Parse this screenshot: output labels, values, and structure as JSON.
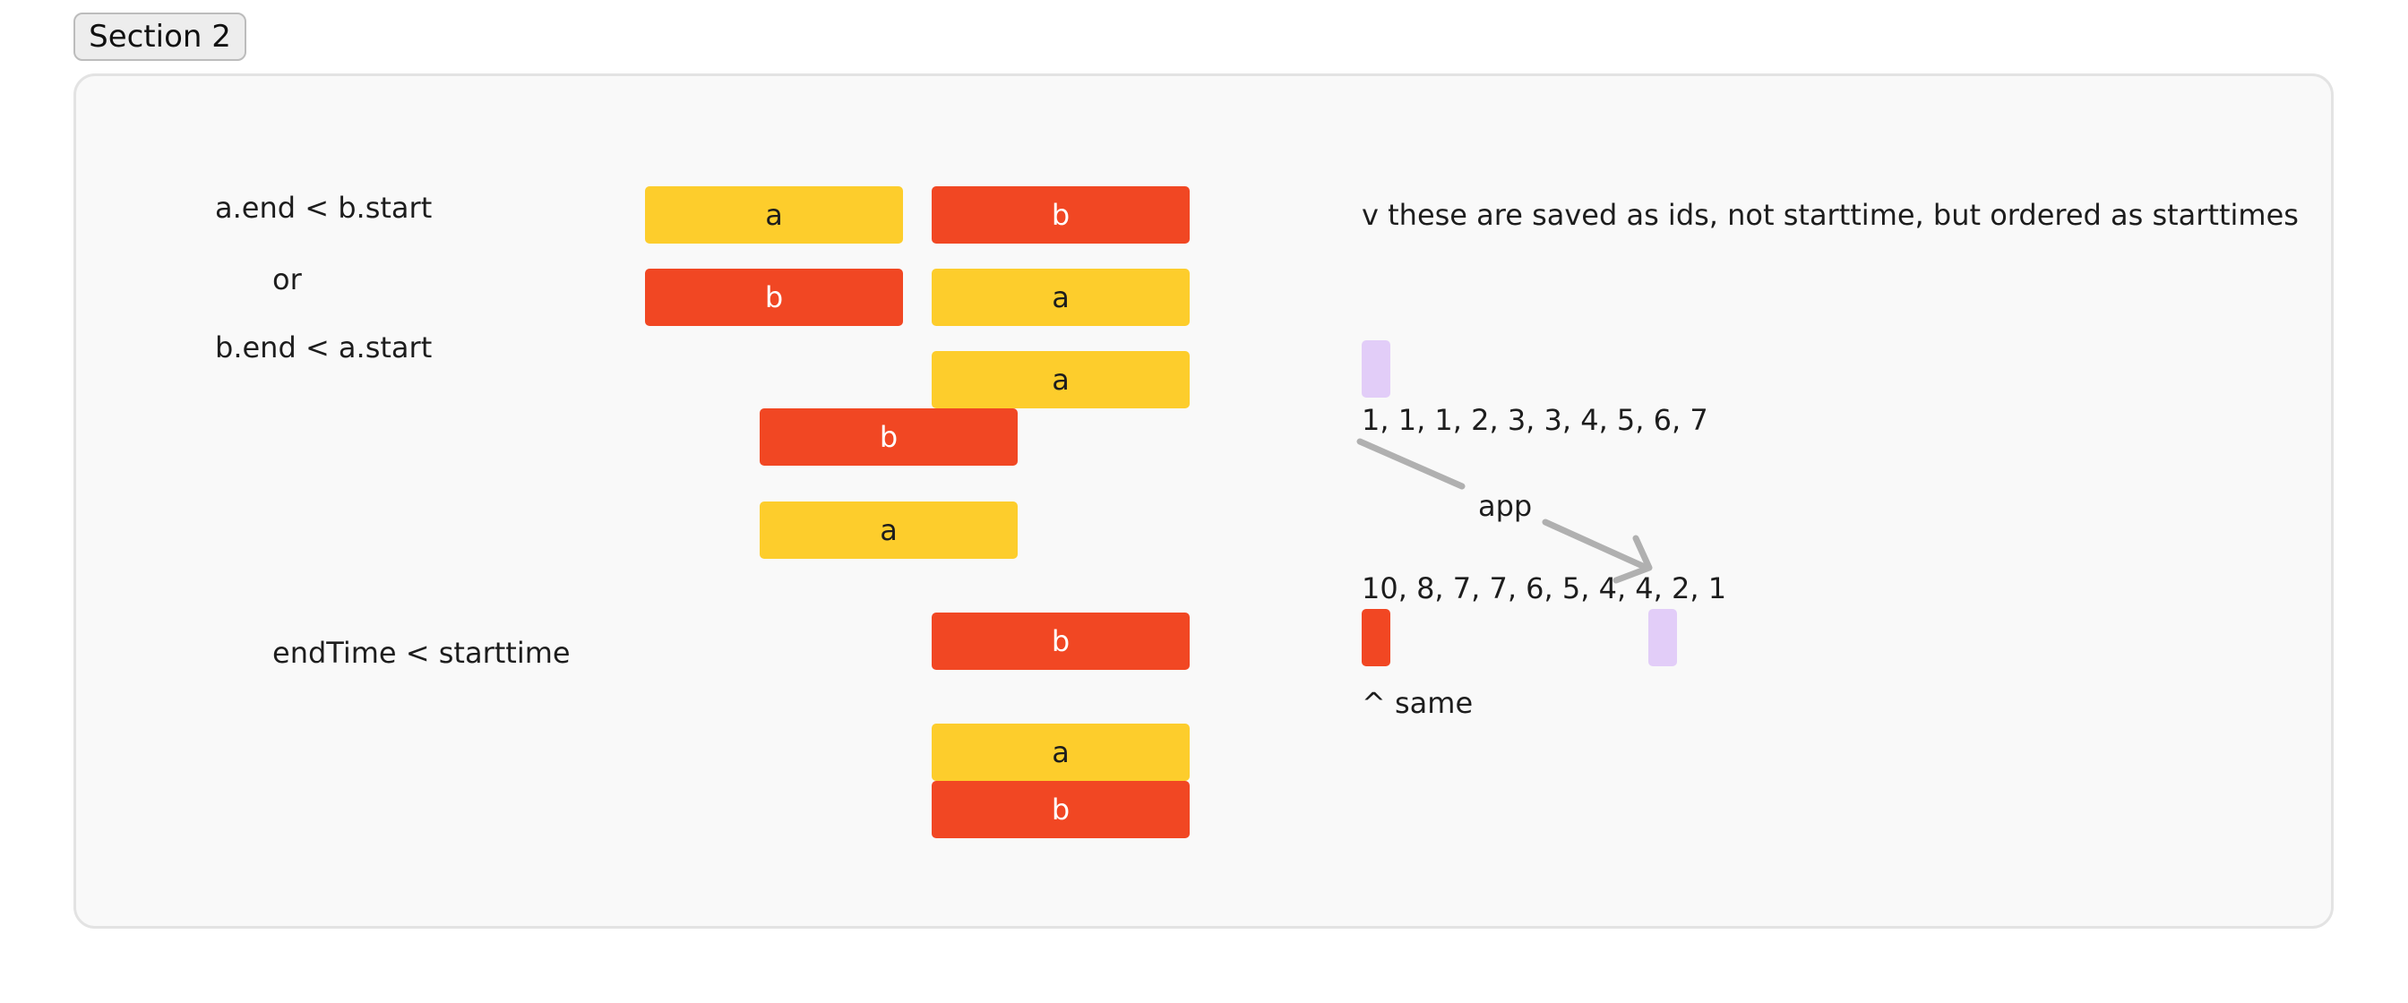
{
  "section": {
    "label": "Section 2"
  },
  "conditions": {
    "line1": "a.end < b.start",
    "or": "or",
    "line2": "b.end < a.start",
    "endtime": "endTime < starttime"
  },
  "blocks": {
    "b1_a": "a",
    "b1_b": "b",
    "b2_b": "b",
    "b2_a": "a",
    "b3_a": "a",
    "b3_b": "b",
    "b4_a": "a",
    "b5_b": "b",
    "b6_a": "a",
    "b6_b": "b"
  },
  "notes": {
    "header": "v these are saved as ids, not starttime, but ordered as starttimes",
    "seq1": "1, 1, 1, 2, 3, 3, 4, 5, 6, 7",
    "app": "app",
    "seq2": "10, 8, 7, 7, 6, 5, 4, 4, 2, 1",
    "same": "^ same"
  },
  "colors": {
    "a_block": "#fdcd2c",
    "b_block": "#f14723",
    "marker": "#e2cdf8",
    "arrow": "#b0b0b0"
  }
}
